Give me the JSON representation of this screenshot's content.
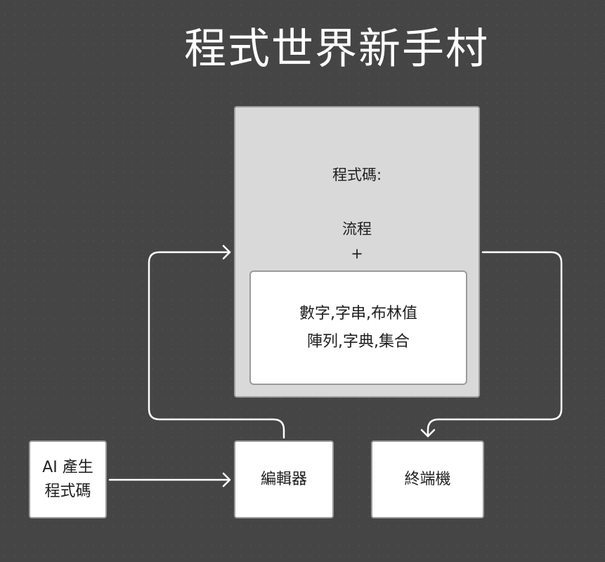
{
  "title": "程式世界新手村",
  "code_panel": {
    "heading": "程式碼:",
    "flow": "流程",
    "plus": "+",
    "types_line1": "數字,字串,布林值",
    "types_line2": "陣列,字典,集合"
  },
  "ai_box": {
    "line1": "AI 產生",
    "line2": "程式碼"
  },
  "editor_box": {
    "label": "編輯器"
  },
  "terminal_box": {
    "label": "終端機"
  }
}
